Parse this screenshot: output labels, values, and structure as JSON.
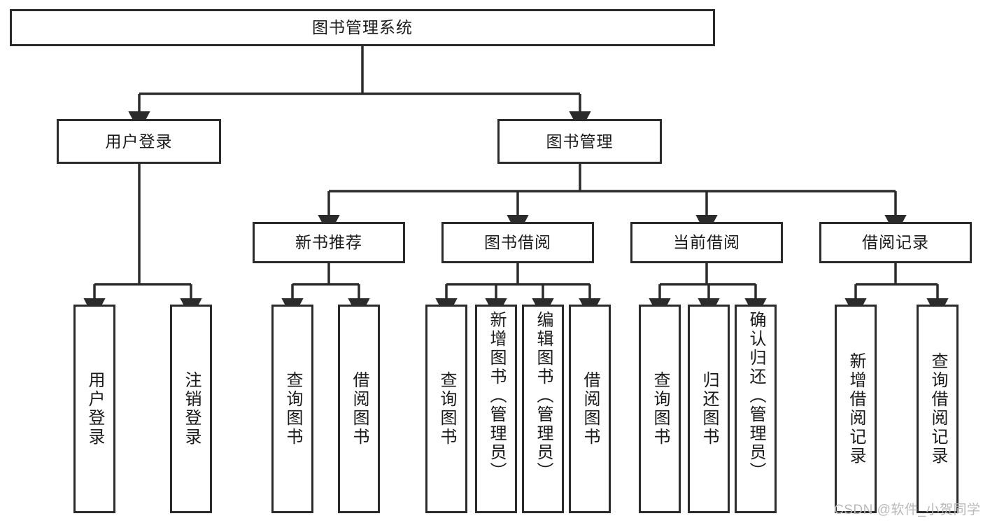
{
  "diagram": {
    "title": "图书管理系统",
    "type": "hierarchy-tree",
    "watermark": "CSDN @软件_小贺同学",
    "colors": {
      "box_border": "#2b2b2b",
      "box_fill": "#ffffff",
      "connector": "#2b2b2b",
      "text": "#1a1a1a",
      "watermark": "#b9b9b9"
    },
    "root": {
      "label": "图书管理系统"
    },
    "level2": [
      {
        "label": "用户登录"
      },
      {
        "label": "图书管理"
      }
    ],
    "level3": [
      {
        "label": "新书推荐"
      },
      {
        "label": "图书借阅"
      },
      {
        "label": "当前借阅"
      },
      {
        "label": "借阅记录"
      }
    ],
    "leaves": {
      "user_login": [
        {
          "label": "用户登录"
        },
        {
          "label": "注销登录"
        }
      ],
      "new_book_recommend": [
        {
          "label": "查询图书"
        },
        {
          "label": "借阅图书"
        }
      ],
      "book_borrow": [
        {
          "label": "查询图书"
        },
        {
          "label": "新增图书（管理员）"
        },
        {
          "label": "编辑图书（管理员）"
        },
        {
          "label": "借阅图书"
        }
      ],
      "current_borrow": [
        {
          "label": "查询图书"
        },
        {
          "label": "归还图书"
        },
        {
          "label": "确认归还（管理员）"
        }
      ],
      "borrow_record": [
        {
          "label": "新增借阅记录"
        },
        {
          "label": "查询借阅记录"
        }
      ]
    }
  }
}
